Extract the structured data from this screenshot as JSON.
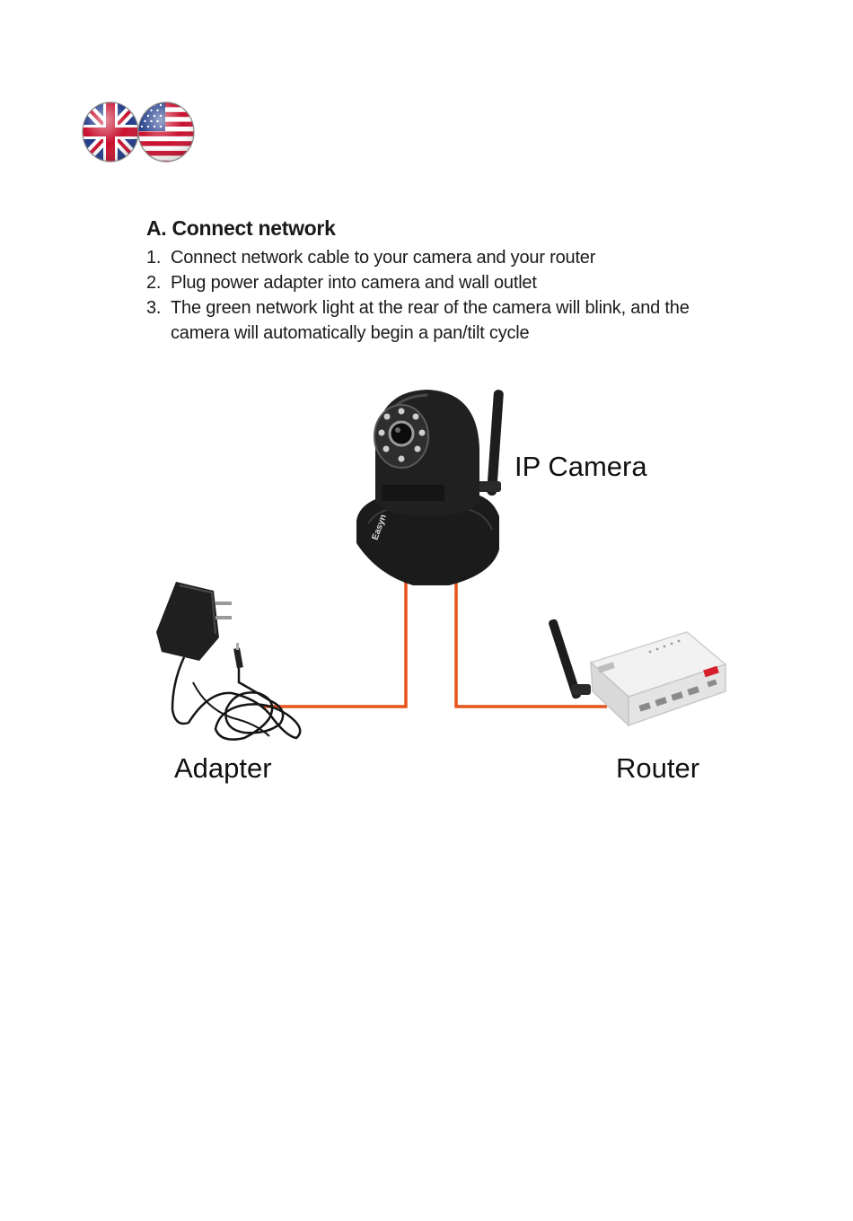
{
  "section": {
    "title": "A. Connect network",
    "steps": [
      {
        "num": "1.",
        "text": "Connect network cable to your camera and your router"
      },
      {
        "num": "2.",
        "text": "Plug power adapter into camera and wall outlet"
      },
      {
        "num": "3.",
        "text": "The green network light at the rear of the camera will blink, and the camera will automatically begin a pan/tilt cycle"
      }
    ]
  },
  "diagram": {
    "camera_label": "IP Camera",
    "adapter_label": "Adapter",
    "router_label": "Router",
    "camera_brand": "Easyn",
    "cable_color": "#e8541c"
  },
  "flags": [
    "uk-flag-icon",
    "us-flag-icon"
  ]
}
